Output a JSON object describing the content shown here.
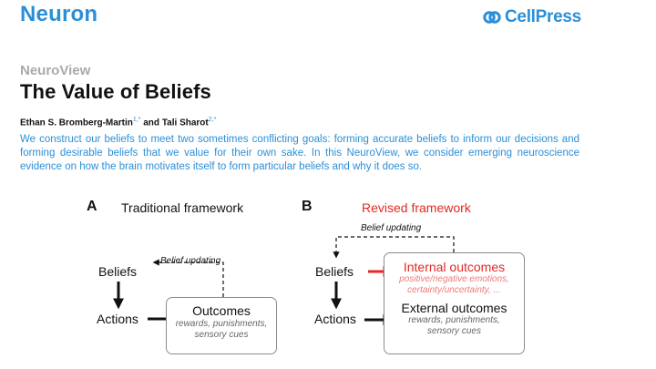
{
  "header": {
    "journal": "Neuron",
    "publisher": "CellPress",
    "publisher_icon": "cellpress-logo-icon",
    "brand_color": "#2a8fd8"
  },
  "article": {
    "section": "NeuroView",
    "title": "The Value of Beliefs",
    "authors": [
      {
        "name": "Ethan S. Bromberg-Martin",
        "affil": "1,*"
      },
      {
        "name": "Tali Sharot",
        "affil": "2,*"
      }
    ],
    "author_joiner": "and",
    "abstract": "We construct our beliefs to meet two sometimes conflicting goals: forming accurate beliefs to inform our decisions and forming desirable beliefs that we value for their own sake. In this NeuroView, we consider emerging neuroscience evidence on how the brain motivates itself to form particular beliefs and why it does so."
  },
  "figure": {
    "panel_a": {
      "letter": "A",
      "title": "Traditional framework",
      "beliefs": "Beliefs",
      "actions": "Actions",
      "updating": "Belief updating",
      "outcomes_title": "Outcomes",
      "outcomes_sub_1": "rewards, punishments,",
      "outcomes_sub_2": "sensory cues"
    },
    "panel_b": {
      "letter": "B",
      "title": "Revised framework",
      "title_color": "#e02a24",
      "beliefs": "Beliefs",
      "actions": "Actions",
      "updating": "Belief updating",
      "internal_title": "Internal outcomes",
      "internal_sub_1": "positive/negative emotions,",
      "internal_sub_2": "certainty/uncertainty, ...",
      "internal_color": "#e02a24",
      "internal_sub_color": "#ee7a78",
      "external_title": "External outcomes",
      "external_sub_1": "rewards, punishments,",
      "external_sub_2": "sensory cues"
    }
  }
}
